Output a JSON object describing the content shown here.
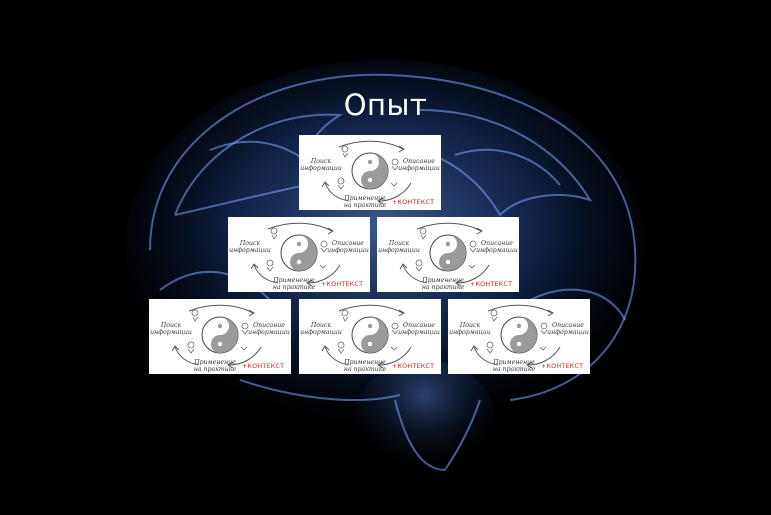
{
  "slide": {
    "title": "Опыт"
  },
  "card": {
    "label_left": [
      "Поиск",
      "информации"
    ],
    "label_right": [
      "Описание",
      "информации"
    ],
    "label_bottom": [
      "Применение",
      "на практике"
    ],
    "label_context": "+КОНТЕКСТ",
    "icon": "yin-yang-cycle-diagram"
  },
  "cards": [
    {
      "id": "card-1"
    },
    {
      "id": "card-2"
    },
    {
      "id": "card-3"
    },
    {
      "id": "card-4"
    },
    {
      "id": "card-5"
    },
    {
      "id": "card-6"
    }
  ],
  "colors": {
    "background": "#000000",
    "brain": "#3a6fd0",
    "title": "#ffffff",
    "context": "#d62828"
  }
}
